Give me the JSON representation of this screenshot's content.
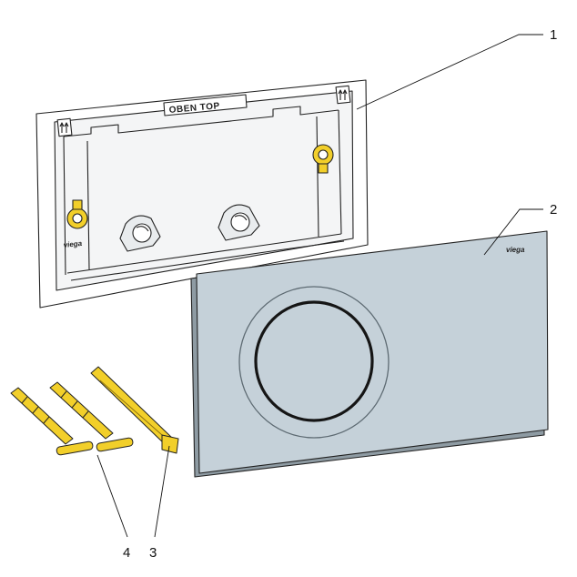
{
  "frame": {
    "label": "OBEN TOP",
    "brand": "viega"
  },
  "plate": {
    "brand": "viega"
  },
  "callouts": [
    "1",
    "2",
    "3",
    "4"
  ],
  "colors": {
    "plate_fill": "#c5d1d9",
    "accent_yellow": "#f2cf2a",
    "frame_line": "#222222",
    "frame_fill": "#ffffff",
    "inner_fill": "#f4f5f6"
  }
}
